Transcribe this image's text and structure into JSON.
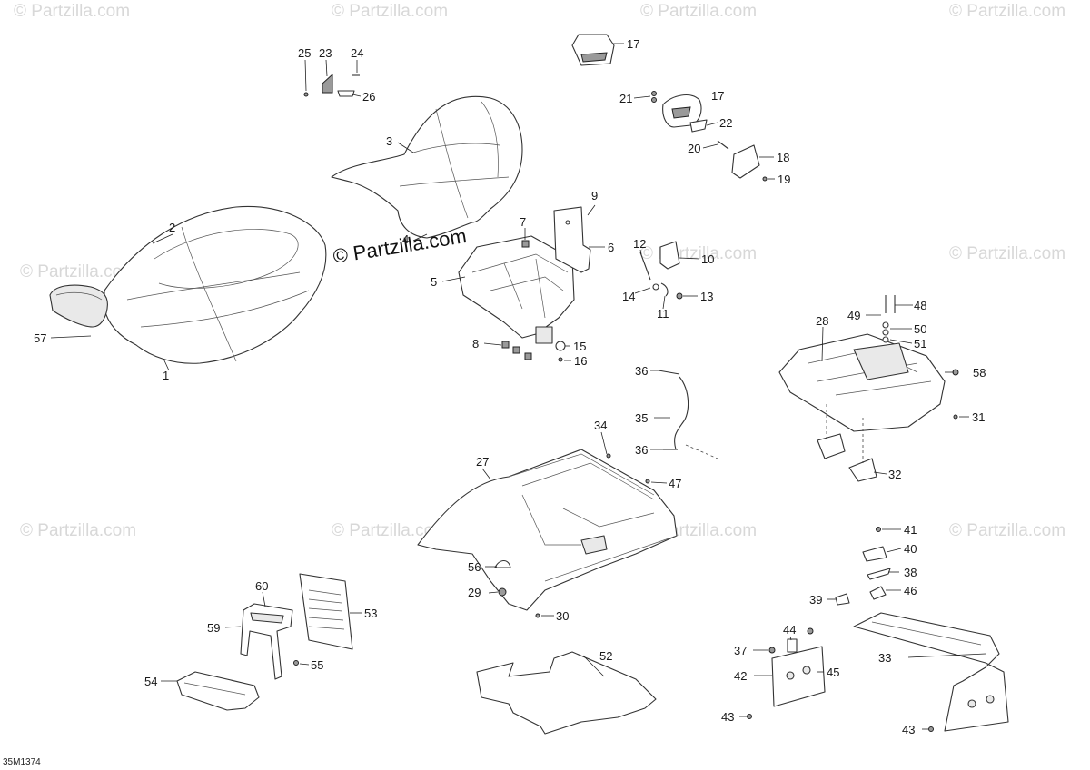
{
  "diagram_code": "35M1374",
  "watermark": "© Partzilla.com",
  "main_watermark": "© Partzilla.com",
  "callouts": {
    "c1": "1",
    "c2": "2",
    "c3": "3",
    "c4": "4",
    "c5": "5",
    "c6": "6",
    "c7": "7",
    "c8": "8",
    "c9": "9",
    "c10": "10",
    "c11": "11",
    "c12": "12",
    "c13": "13",
    "c14": "14",
    "c15": "15",
    "c16": "16",
    "c17a": "17",
    "c17b": "17",
    "c18": "18",
    "c19": "19",
    "c20": "20",
    "c21": "21",
    "c22": "22",
    "c23": "23",
    "c24": "24",
    "c25": "25",
    "c26": "26",
    "c27": "27",
    "c28": "28",
    "c29": "29",
    "c30": "30",
    "c31": "31",
    "c32": "32",
    "c33": "33",
    "c34": "34",
    "c35": "35",
    "c36a": "36",
    "c36b": "36",
    "c37": "37",
    "c38": "38",
    "c39": "39",
    "c40": "40",
    "c41": "41",
    "c42": "42",
    "c43a": "43",
    "c43b": "43",
    "c44": "44",
    "c45": "45",
    "c46": "46",
    "c47": "47",
    "c48": "48",
    "c49": "49",
    "c50": "50",
    "c51": "51",
    "c52": "52",
    "c53": "53",
    "c54": "54",
    "c55": "55",
    "c56": "56",
    "c57": "57",
    "c58": "58",
    "c59": "59",
    "c60": "60"
  }
}
